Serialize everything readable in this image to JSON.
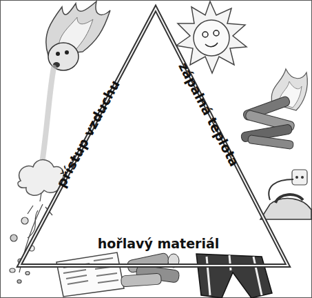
{
  "diagram": {
    "nodes": [
      {
        "text": [
          "přístup vzduchu",
          "zápalná teplota",
          "hořlavý materiál"
        ]
      }
    ]
  }
}
